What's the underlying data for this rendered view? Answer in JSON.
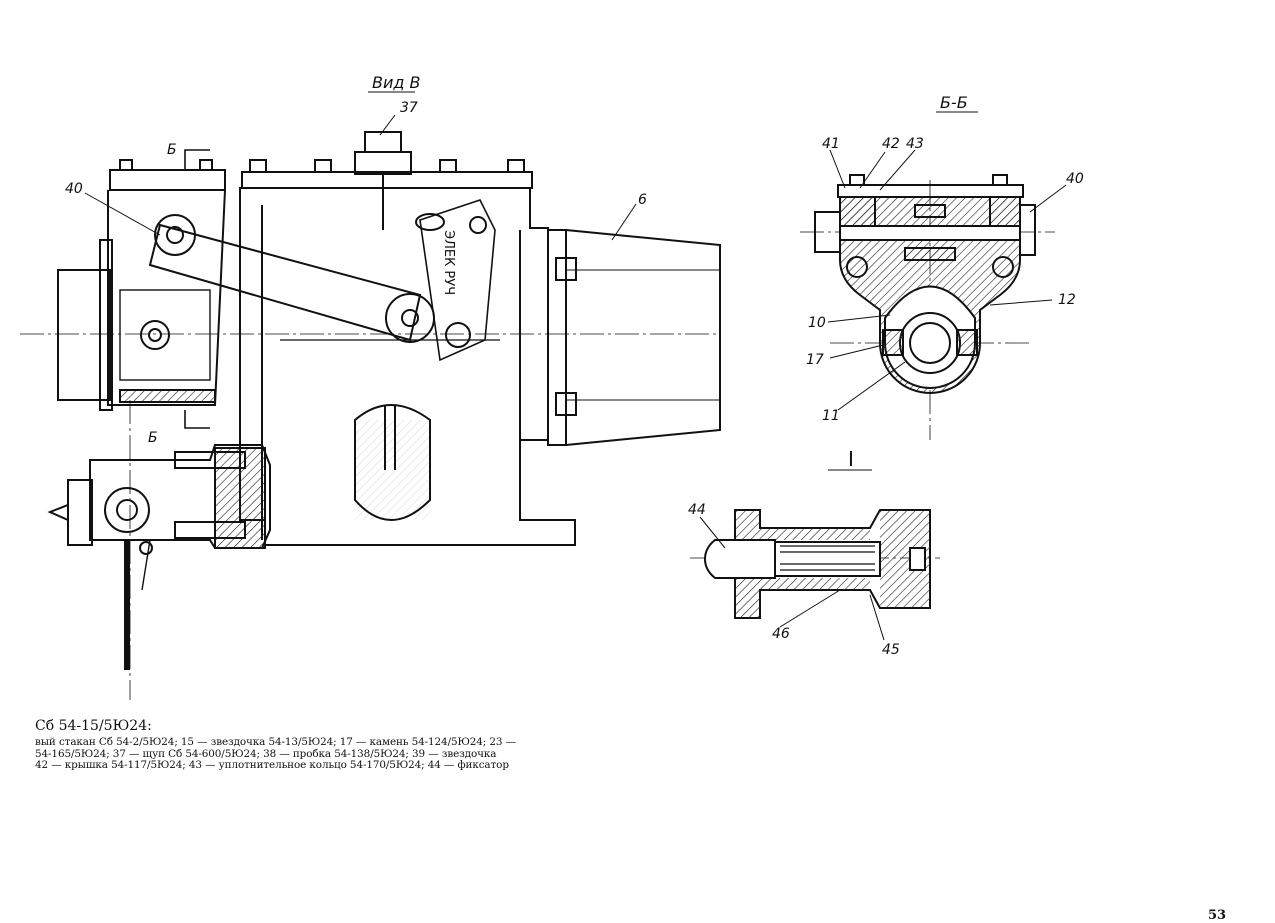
{
  "views": {
    "view_b": "Вид В",
    "section_bb": "Б-Б",
    "detail_i": "I",
    "cut_upper": "Б",
    "cut_lower": "Б"
  },
  "housing_text": "ЭЛЕК РУЧ",
  "callouts": {
    "c37": "37",
    "c40_left": "40",
    "c6": "6",
    "c41": "41",
    "c42": "42",
    "c43": "43",
    "c40_right": "40",
    "c12": "12",
    "c10": "10",
    "c17": "17",
    "c11": "11",
    "c44": "44",
    "c46": "46",
    "c45": "45"
  },
  "caption": {
    "heading": "Сб 54-15/5Ю24:",
    "line1": "вый стакан Сб 54-2/5Ю24; 15 — звездочка 54-13/5Ю24; 17 — камень 54-124/5Ю24; 23 —",
    "line2": "54-165/5Ю24; 37 — щуп Сб 54-600/5Ю24; 38 — пробка 54-138/5Ю24; 39 — звездочка",
    "line3": "42 — крышка 54-117/5Ю24; 43 — уплотнительное кольцо 54-170/5Ю24; 44 — фиксатор"
  },
  "page_number": "53"
}
